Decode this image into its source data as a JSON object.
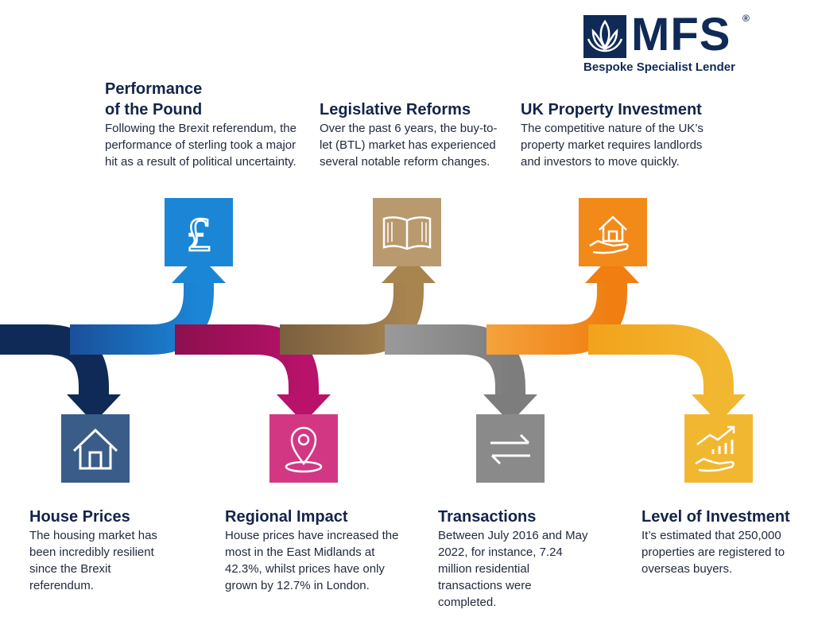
{
  "brand": {
    "name": "MFS",
    "tagline": "Bespoke Specialist Lender"
  },
  "colors": {
    "navy": "#0f2a56",
    "slate_blue": "#3a5c88",
    "blue": "#1b86d6",
    "magenta": "#a8115c",
    "pink": "#d23784",
    "brown": "#9b7a4a",
    "tan": "#b99a6e",
    "gray": "#8a8a8a",
    "orange": "#f28a1a",
    "amber": "#f2a41f",
    "yellow": "#f2b731"
  },
  "top_items": [
    {
      "title_line1": "Performance",
      "title_line2": "of the Pound",
      "text": "Following the Brexit referendum, the performance of sterling took a major hit as a result of political uncertainty.",
      "icon": "pound-icon"
    },
    {
      "title": "Legislative Reforms",
      "text": "Over the past 6 years, the buy-to-let (BTL) market has experienced several notable reform changes.",
      "icon": "book-icon"
    },
    {
      "title": "UK Property Investment",
      "text": "The competitive nature of the UK’s property market requires landlords and investors to move quickly.",
      "icon": "house-in-hand-icon"
    }
  ],
  "bottom_items": [
    {
      "title": "House Prices",
      "text": "The housing market has been incredibly resilient since the Brexit referendum.",
      "icon": "house-icon"
    },
    {
      "title": "Regional Impact",
      "text": "House prices have increased the most in the East Midlands at 42.3%, whilst prices have only grown by 12.7% in London.",
      "icon": "location-pin-icon"
    },
    {
      "title": "Transactions",
      "text": "Between July 2016 and May 2022, for instance, 7.24 million residential transactions were completed.",
      "icon": "exchange-arrows-icon"
    },
    {
      "title": "Level of Investment",
      "text": "It’s estimated that 250,000 properties are registered to overseas buyers.",
      "icon": "growth-chart-icon"
    }
  ]
}
